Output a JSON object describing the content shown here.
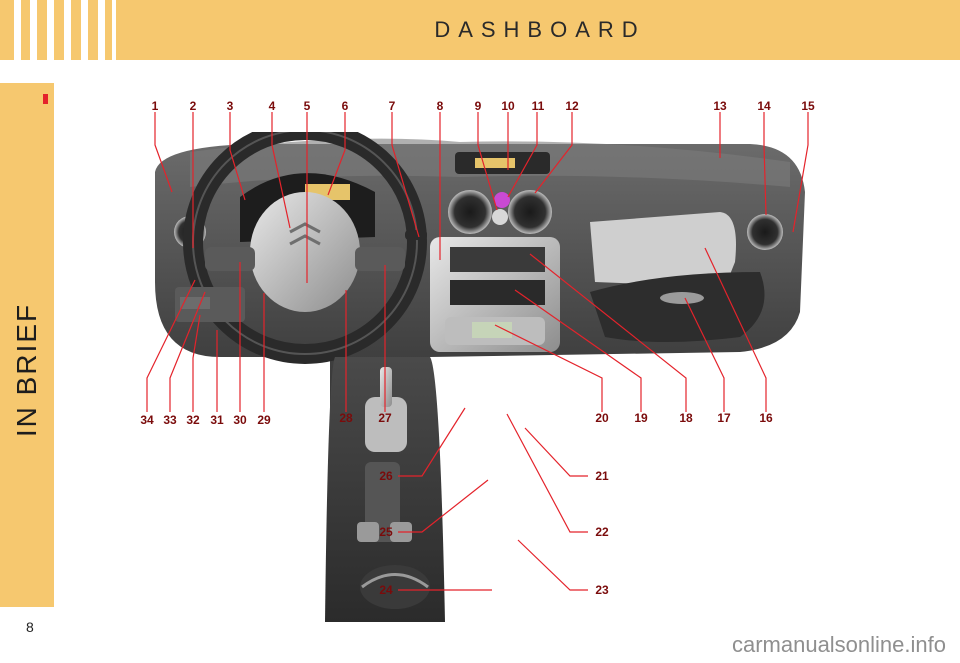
{
  "header": {
    "title": "DASHBOARD"
  },
  "sidebar": {
    "chapter_marker": "I",
    "section": "IN BRIEF"
  },
  "page": {
    "number": "8"
  },
  "watermark": "carmanualsonline.info",
  "callouts": {
    "top": [
      "1",
      "2",
      "3",
      "4",
      "5",
      "6",
      "7",
      "8",
      "9",
      "10",
      "11",
      "12",
      "13",
      "14",
      "15"
    ],
    "bottom_left": [
      "34",
      "33",
      "32",
      "31",
      "30",
      "29",
      "28",
      "27"
    ],
    "bottom_right": [
      "20",
      "19",
      "18",
      "17",
      "16"
    ],
    "console_left": [
      "26",
      "25",
      "24"
    ],
    "console_right": [
      "21",
      "22",
      "23"
    ]
  },
  "colors": {
    "header_bg": "#f6c86f",
    "accent_red": "#e4232b",
    "callout_text": "#7a0b0b",
    "leader_line": "#e4232b"
  }
}
